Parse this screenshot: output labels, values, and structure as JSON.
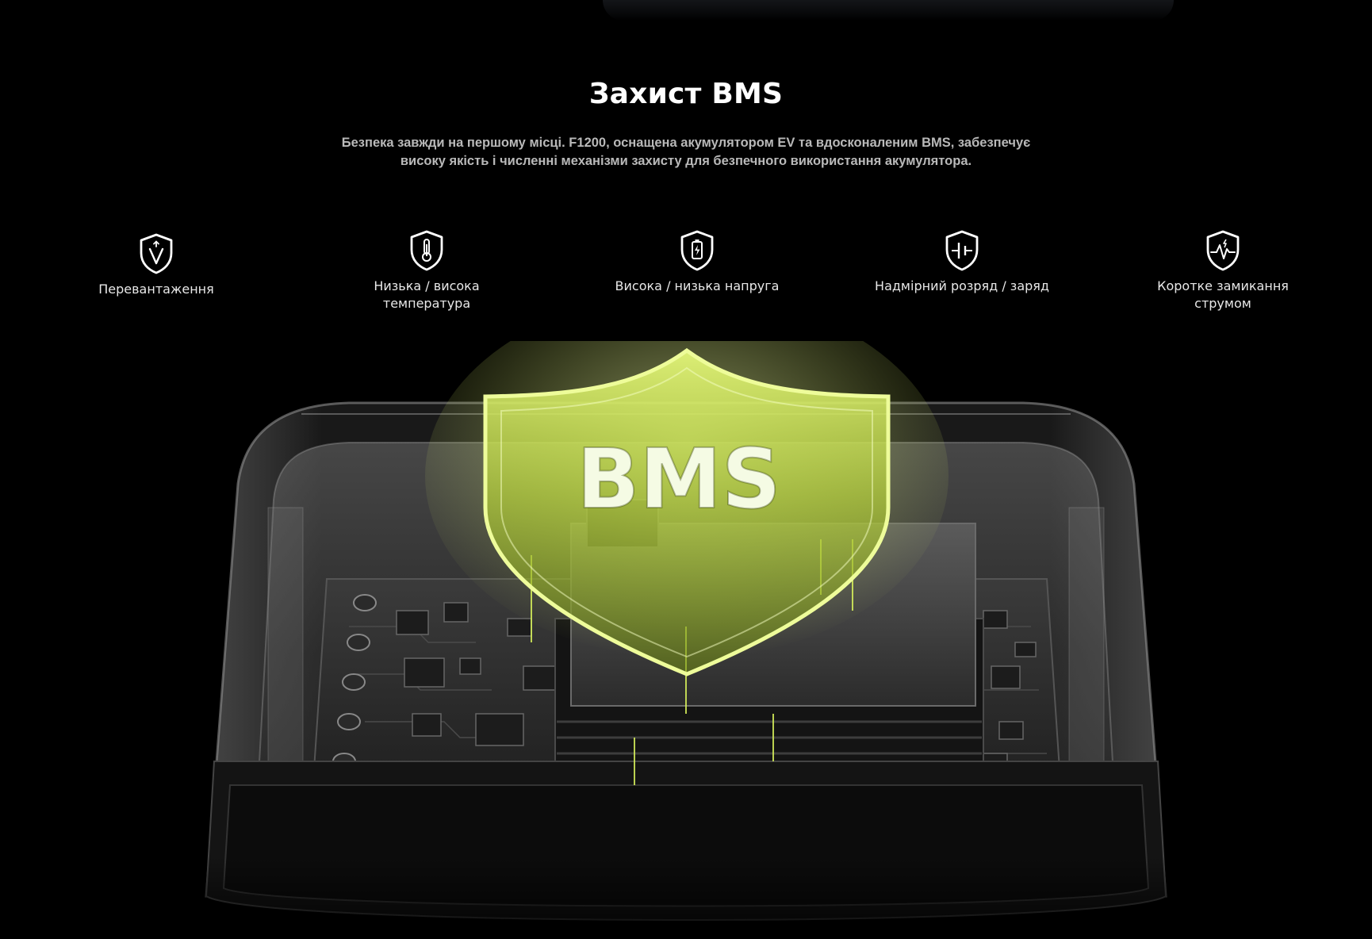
{
  "header": {
    "title": "Захист BMS",
    "subtitle": "Безпека завжди на першому місці. F1200, оснащена акумулятором EV та вдосконаленим BMS, забезпечує високу якість і численні механізми захисту для безпечного використання акумулятора."
  },
  "features": [
    {
      "label": "Перевантаження",
      "icon": "shield-voltage-icon"
    },
    {
      "label": "Низька / висока температура",
      "icon": "shield-thermometer-icon"
    },
    {
      "label": "Висока / низька напруга",
      "icon": "shield-battery-charge-icon"
    },
    {
      "label": "Надмірний розряд / заряд",
      "icon": "shield-capacitor-icon"
    },
    {
      "label": "Коротке замикання струмом",
      "icon": "shield-pulse-icon"
    }
  ],
  "hero": {
    "badge_text": "BMS",
    "accent_color": "#d8f25a"
  }
}
